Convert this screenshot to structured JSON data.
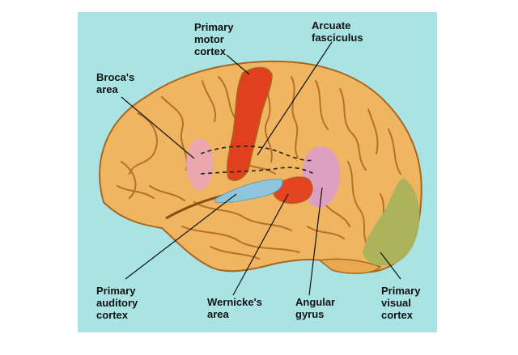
{
  "labels": {
    "primary_motor_cortex": [
      "Primary",
      "motor",
      "cortex"
    ],
    "arcuate_fasciculus": [
      "Arcuate",
      "fasciculus"
    ],
    "brocas_area": [
      "Broca's",
      "area"
    ],
    "primary_auditory_cortex": [
      "Primary",
      "auditory",
      "cortex"
    ],
    "wernickes_area": [
      "Wernicke's",
      "area"
    ],
    "angular_gyrus": [
      "Angular",
      "gyrus"
    ],
    "primary_visual_cortex": [
      "Primary",
      "visual",
      "cortex"
    ]
  },
  "colors": {
    "background": "#a9e3e3",
    "brain": "#f0b560",
    "brain_outline": "#a8661f",
    "motor_cortex": "#e0401e",
    "wernickes_area": "#e2451f",
    "brocas_area": "#e9a6b6",
    "angular_gyrus": "#dc9fc6",
    "auditory_cortex": "#8fc6dc",
    "visual_cortex": "#a9b35a"
  }
}
